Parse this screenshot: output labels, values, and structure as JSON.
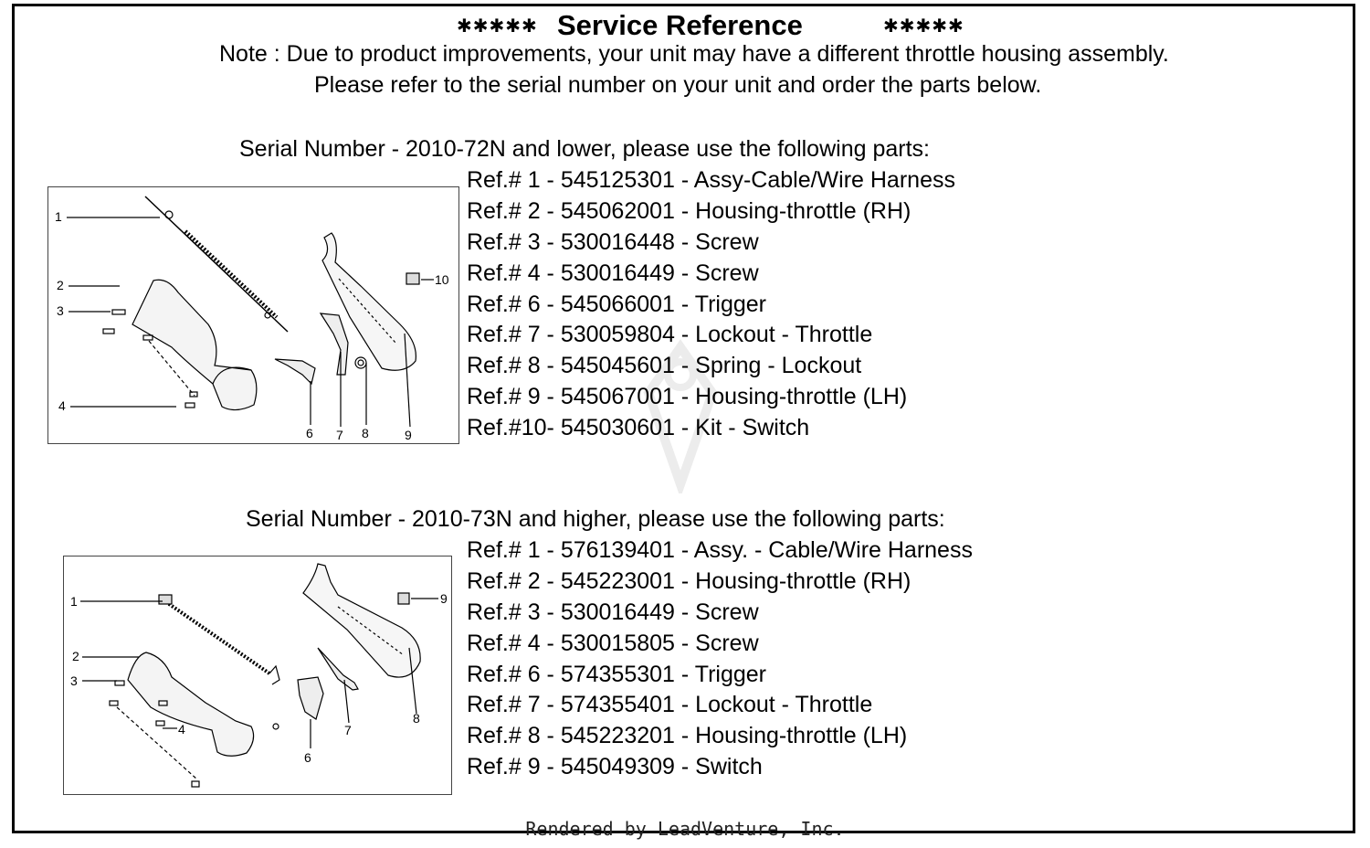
{
  "header": {
    "stars_left": "✱✱✱✱✱",
    "title": "Service Reference",
    "stars_right": "✱✱✱✱✱",
    "note_line1": "Note : Due to product improvements, your unit may have a different throttle housing assembly.",
    "note_line2": "Please refer to the serial number on your unit and order the parts below."
  },
  "section1": {
    "heading": "Serial Number - 2010-72N and lower, please use the following parts:",
    "parts": [
      "Ref.# 1 - 545125301 - Assy-Cable/Wire Harness",
      "Ref.# 2 - 545062001 - Housing-throttle (RH)",
      "Ref.# 3 - 530016448 - Screw",
      "Ref.# 4 - 530016449 - Screw",
      "Ref.# 6 - 545066001 - Trigger",
      "Ref.# 7 - 530059804 - Lockout - Throttle",
      "Ref.# 8 - 545045601 - Spring - Lockout",
      "Ref.# 9 - 545067001 - Housing-throttle (LH)",
      "Ref.#10- 545030601 - Kit - Switch"
    ],
    "callouts": [
      "1",
      "2",
      "3",
      "4",
      "6",
      "7",
      "8",
      "9",
      "10"
    ]
  },
  "section2": {
    "heading": "Serial Number - 2010-73N and higher, please use the following parts:",
    "parts": [
      "Ref.# 1 - 576139401 - Assy. - Cable/Wire Harness",
      "Ref.# 2 - 545223001 - Housing-throttle (RH)",
      "Ref.# 3 - 530016449 - Screw",
      "Ref.# 4 - 530015805 - Screw",
      "Ref.# 6 - 574355301 - Trigger",
      "Ref.# 7 - 574355401 - Lockout - Throttle",
      "Ref.# 8 - 545223201 - Housing-throttle (LH)",
      "Ref.# 9 - 545049309 - Switch"
    ],
    "callouts": [
      "1",
      "2",
      "3",
      "4",
      "6",
      "7",
      "8",
      "9"
    ]
  },
  "footer": "Rendered by LeadVenture, Inc."
}
